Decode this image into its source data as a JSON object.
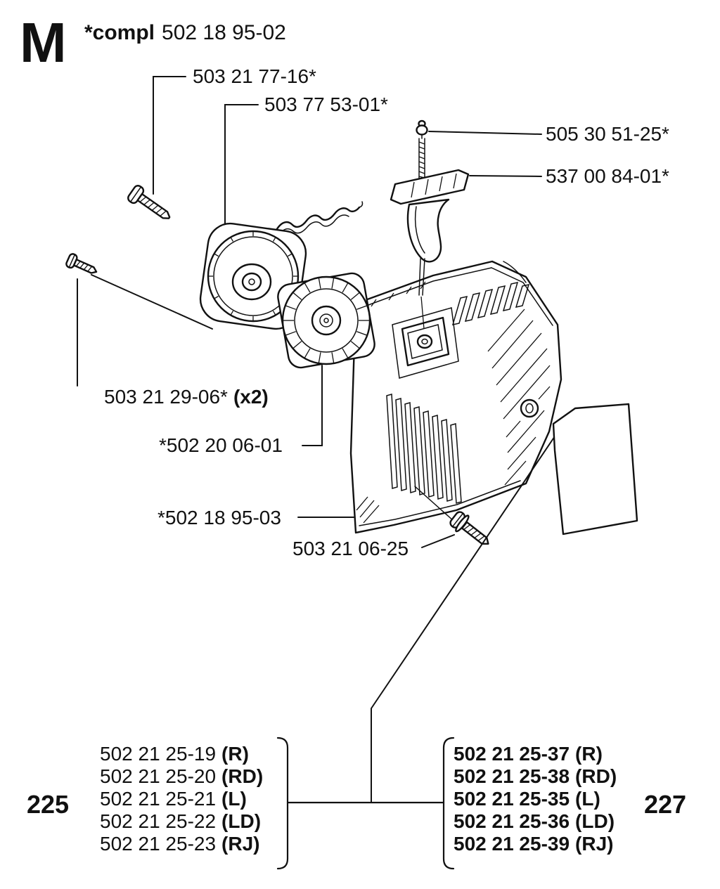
{
  "header": {
    "section_letter": "M",
    "compl_prefix": "*compl",
    "compl_number": "502 18 95-02"
  },
  "callouts": {
    "screw_top": "503 21 77-16*",
    "pulley": "503 77 53-01*",
    "rope_knob": "505 30 51-25*",
    "handle": "537 00 84-01*",
    "screw_pair": "503 21 29-06*",
    "screw_pair_qty": "(x2)",
    "rope_drum": "*502 20 06-01",
    "cover": "*502 18 95-03",
    "screw_bottom": "503 21 06-25"
  },
  "left_group": {
    "page_ref": "225",
    "items": [
      {
        "number": "502 21 25-19",
        "variant": "(R)"
      },
      {
        "number": "502 21 25-20",
        "variant": "(RD)"
      },
      {
        "number": "502 21 25-21",
        "variant": "(L)"
      },
      {
        "number": "502 21 25-22",
        "variant": "(LD)"
      },
      {
        "number": "502 21 25-23",
        "variant": "(RJ)"
      }
    ]
  },
  "right_group": {
    "page_ref": "227",
    "items": [
      {
        "number": "502 21 25-37",
        "variant": "(R)"
      },
      {
        "number": "502 21 25-38",
        "variant": "(RD)"
      },
      {
        "number": "502 21 25-35",
        "variant": "(L)"
      },
      {
        "number": "502 21 25-36",
        "variant": "(LD)"
      },
      {
        "number": "502 21 25-39",
        "variant": "(RJ)"
      }
    ]
  }
}
